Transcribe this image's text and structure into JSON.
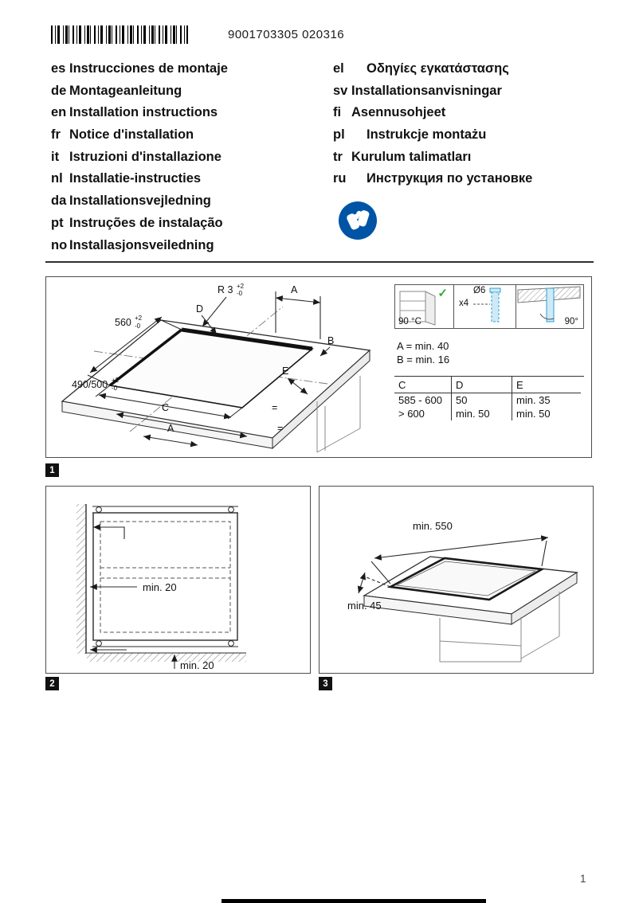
{
  "page": {
    "barcode_number": "9001703305 020316",
    "page_number": "1"
  },
  "languages": {
    "left": [
      {
        "code": "es",
        "label": "Instrucciones de montaje"
      },
      {
        "code": "de",
        "label": "Montageanleitung"
      },
      {
        "code": "en",
        "label": "Installation instructions"
      },
      {
        "code": "fr",
        "label": "Notice d'installation"
      },
      {
        "code": "it",
        "label": "Istruzioni d'installazione"
      },
      {
        "code": "nl",
        "label": "Installatie-instructies"
      },
      {
        "code": "da",
        "label": "Installationsvejledning"
      },
      {
        "code": "pt",
        "label": "Instruções de instalação"
      },
      {
        "code": "no",
        "label": "Installasjonsveiledning"
      }
    ],
    "right": [
      {
        "code": "el",
        "label": "Οδηγίες εγκατάστασης"
      },
      {
        "code": "sv",
        "label": "Installationsanvisningar"
      },
      {
        "code": "fi",
        "label": "Asennusohjeet"
      },
      {
        "code": "pl",
        "label": "Instrukcje montażu"
      },
      {
        "code": "tr",
        "label": "Kurulum talimatları"
      },
      {
        "code": "ru",
        "label": "Инструкция по установке"
      }
    ]
  },
  "figure1": {
    "badge": "1",
    "drawing": {
      "dim_width": "560",
      "tol_plus": "+2",
      "tol_minus": "-0",
      "radius": "R 3",
      "label_d": "D",
      "label_a": "A",
      "label_b": "B",
      "label_e": "E",
      "dim_depth": "490/500",
      "label_c": "C",
      "eq": "="
    },
    "inset": {
      "temp": "90 °C",
      "check": "✓",
      "diameter": "Ø6",
      "count": "x4",
      "angle": "90°"
    },
    "notes": {
      "a": "A = min. 40",
      "b": "B = min. 16"
    },
    "table": {
      "headers": [
        "C",
        "D",
        "E"
      ],
      "rows": [
        [
          "585 - 600",
          "50",
          "min. 35"
        ],
        [
          "> 600",
          "min. 50",
          "min. 50"
        ]
      ]
    }
  },
  "figure2": {
    "badge": "2",
    "labels": {
      "side": "min. 20",
      "bottom": "min. 20"
    }
  },
  "figure3": {
    "badge": "3",
    "labels": {
      "top": "min. 550",
      "front": "min. 45"
    }
  },
  "colors": {
    "accent_blue": "#0054a6",
    "check_green": "#3aaa35",
    "screw_blue": "#2d9fd0"
  }
}
